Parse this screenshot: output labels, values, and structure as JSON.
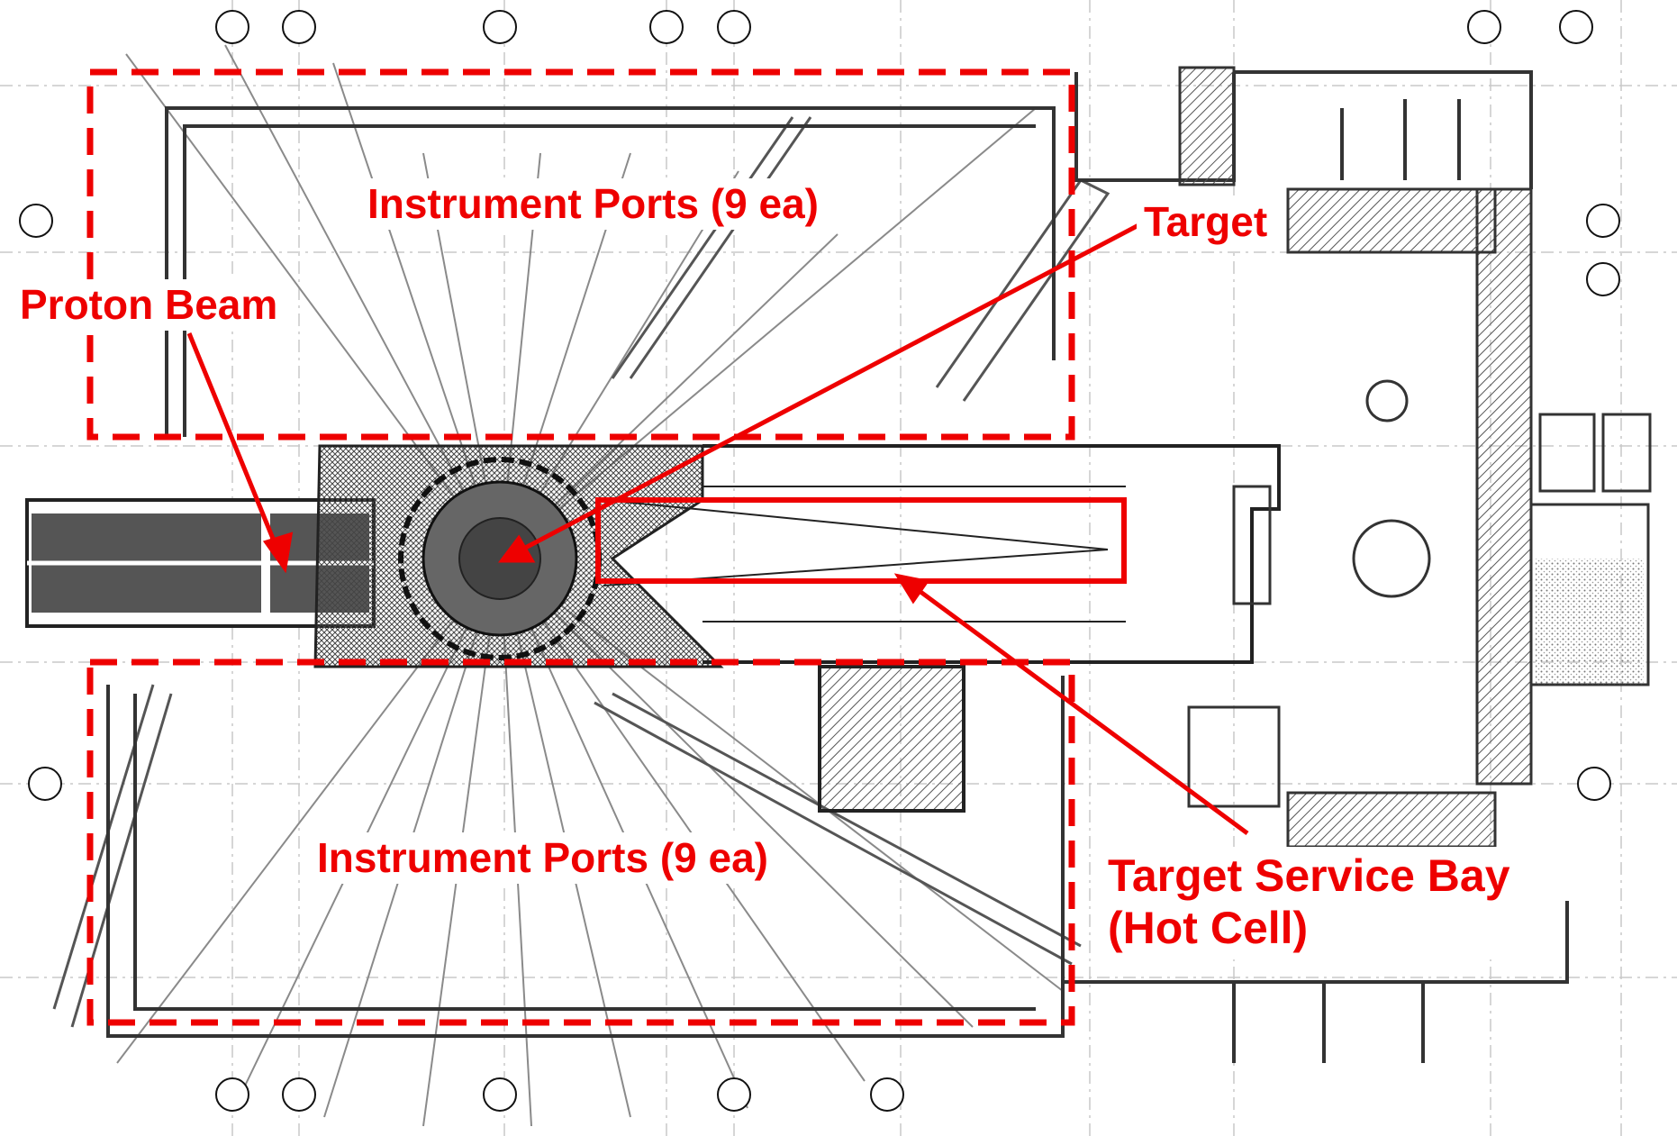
{
  "labels": {
    "instrument_ports_top": "Instrument Ports (9 ea)",
    "target": "Target",
    "proton_beam": "Proton Beam",
    "instrument_ports_bottom": "Instrument Ports (9 ea)",
    "target_service_bay_line1": "Target Service Bay",
    "target_service_bay_line2": "(Hot Cell)"
  },
  "colors": {
    "annotation": "#ee0000",
    "drawing_line": "#333333",
    "hatch": "#555555",
    "background": "#ffffff"
  }
}
